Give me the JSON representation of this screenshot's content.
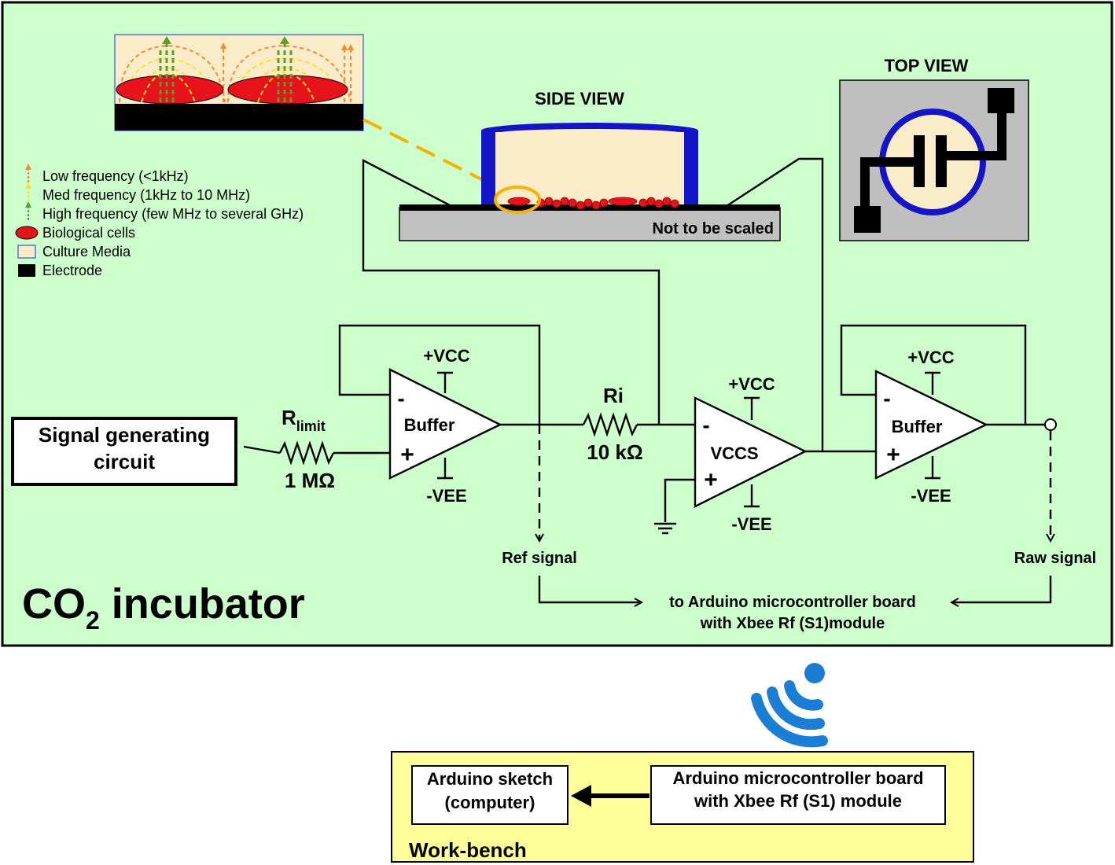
{
  "incubator": {
    "title_co": "CO",
    "title_sub": "2",
    "title_rest": " incubator",
    "bg_color": "#ccffcc"
  },
  "legend": {
    "items": [
      {
        "label": "Low frequency (<1kHz)",
        "icon": "orange-dashed-arrow",
        "color": "#f58a2a"
      },
      {
        "label": "Med frequency (1kHz to 10 MHz)",
        "icon": "yellow-dashed-arrow",
        "color": "#f7e32a"
      },
      {
        "label": "High frequency (few MHz to several GHz)",
        "icon": "green-dashed-arrow",
        "color": "#5aa02c"
      },
      {
        "label": "Biological cells",
        "icon": "red-ellipse",
        "color": "#e8121a"
      },
      {
        "label": "Culture Media",
        "icon": "beige-square",
        "color": "#fbecc9"
      },
      {
        "label": "Electrode",
        "icon": "black-square",
        "color": "#000000"
      }
    ]
  },
  "side_view": {
    "title": "SIDE VIEW",
    "note": "Not to be scaled",
    "well_color": "#1414c8",
    "media_color": "#fbecc9",
    "cell_color": "#e8121a",
    "zoom_color": "#f5b300"
  },
  "top_view": {
    "title": "TOP VIEW"
  },
  "circuit": {
    "signal_box": [
      "Signal generating",
      "circuit"
    ],
    "r_limit": "R",
    "r_limit_sub": "limit",
    "r_limit_value": "1 MΩ",
    "buffer1": {
      "label": "Buffer",
      "minus": "-",
      "plus": "+",
      "vcc": "+VCC",
      "vee": "-VEE"
    },
    "ri_label": "Ri",
    "ri_value": "10 kΩ",
    "vccs": {
      "label": "VCCS",
      "minus": "-",
      "plus": "+",
      "vcc": "+VCC",
      "vee": "-VEE"
    },
    "buffer2": {
      "label": "Buffer",
      "minus": "-",
      "plus": "+",
      "vcc": "+VCC",
      "vee": "-VEE"
    },
    "ref_signal": "Ref signal",
    "raw_signal": "Raw signal",
    "to_arduino": [
      "to Arduino microcontroller board",
      "with Xbee Rf (S1)module"
    ]
  },
  "workbench": {
    "title": "Work-bench",
    "bg_color": "#ffff99",
    "sketch_box": [
      "Arduino sketch",
      "(computer)"
    ],
    "arduino_box": [
      "Arduino microcontroller board",
      "with Xbee Rf (S1) module"
    ]
  },
  "wireless_icon": {
    "icon": "wifi-signal-icon",
    "color": "#1a7fd4"
  }
}
